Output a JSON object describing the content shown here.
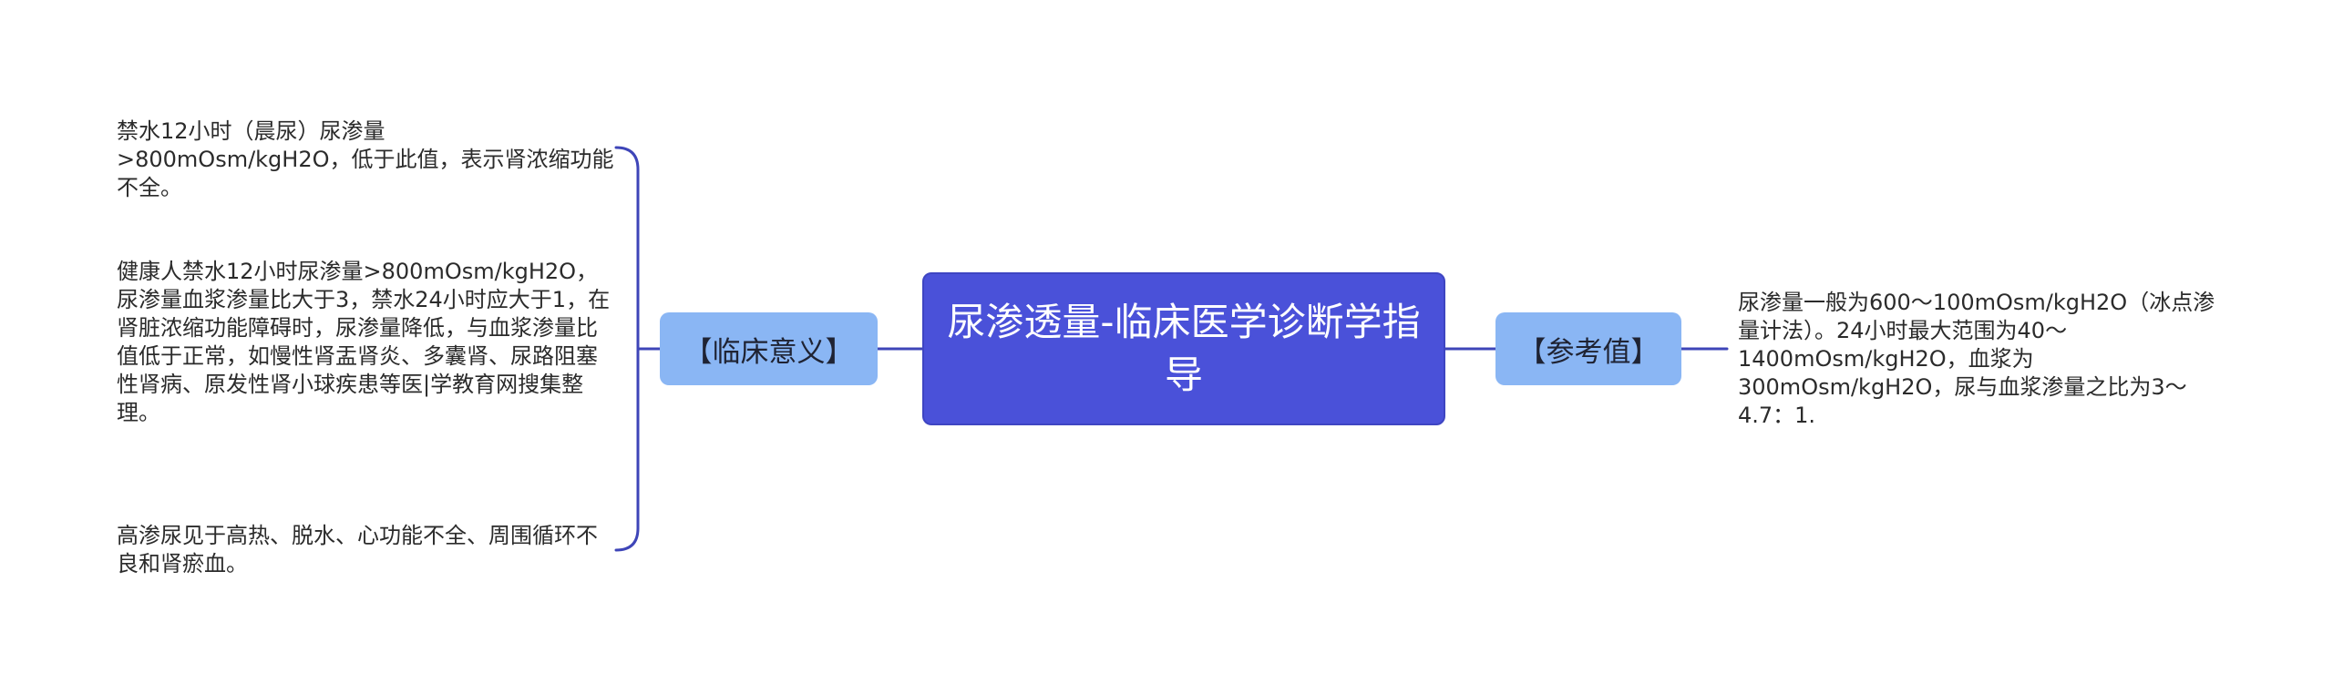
{
  "mindmap": {
    "central": {
      "text": "尿渗透量-临床医学诊断学指导"
    },
    "branches": [
      {
        "label": "【临床意义】",
        "leaves": [
          "禁水12小时（晨尿）尿渗量>800mOsm/kgH2O，低于此值，表示肾浓缩功能不全。",
          "健康人禁水12小时尿渗量>800mOsm/kgH2O，尿渗量血浆渗量比大于3，禁水24小时应大于1，在肾脏浓缩功能障碍时，尿渗量降低，与血浆渗量比值低于正常，如慢性肾盂肾炎、多囊肾、尿路阻塞性肾病、原发性肾小球疾患等医|学教育网搜集整理。",
          "高渗尿见于高热、脱水、心功能不全、周围循环不良和肾瘀血。"
        ]
      },
      {
        "label": "【参考值】",
        "leaves": [
          "尿渗量一般为600～100mOsm/kgH2O（冰点渗量计法）。24小时最大范围为40～1400mOsm/kgH2O，血浆为300mOsm/kgH2O，尿与血浆渗量之比为3～4.7：1."
        ]
      }
    ]
  },
  "colors": {
    "central_fill": "#4a51d9",
    "branch_fill": "#8ab6f4",
    "connector": "#3e45b8",
    "text": "#2b2b2b"
  }
}
